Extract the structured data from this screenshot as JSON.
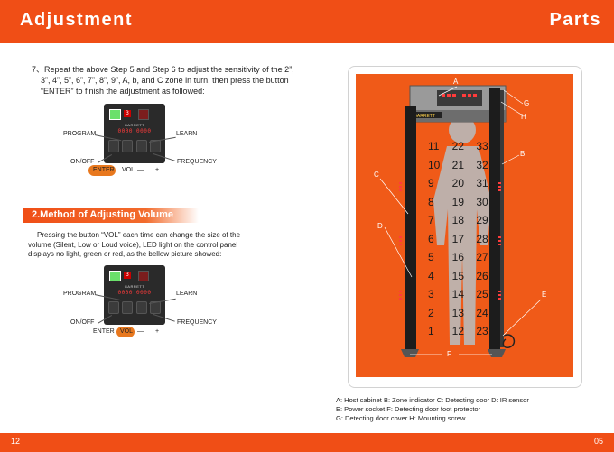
{
  "header": {
    "left_title": "Adjustment",
    "right_title": "Parts"
  },
  "step7": {
    "line1": "7、Repeat the above Step 5 and Step 6 to adjust the sensitivity of the 2”,",
    "line2": "3”, 4”, 5”, 6”, 7”, 8”, 9”, A, b, and C zone in turn, then press the button",
    "line3": "“ENTER”  to finish the adjustment as followed:"
  },
  "panel": {
    "brand": "GARRETT",
    "digit": "3",
    "leds": "0000 0000",
    "program": "PROGRAM",
    "learn": "LEARN",
    "onoff": "ON/OFF",
    "frequency": "FREQUENCY",
    "enter": "ENTER",
    "vol": "VOL",
    "minus": "—",
    "plus": "+"
  },
  "method": {
    "title": "2.Method of Adjusting Volume",
    "line1": "Pressing the button  “VOL”  each time can change the size of the",
    "line2": "volume (Silent, Low or Loud voice), LED light on the control panel",
    "line3": "displays no light, green or red, as the bellow picture showed:"
  },
  "parts_labels": {
    "A": "A",
    "B": "B",
    "C": "C",
    "D": "D",
    "E": "E",
    "F": "F",
    "G": "G",
    "H": "H"
  },
  "gate_brand": "GARRETT",
  "zones": [
    [
      "11",
      "22",
      "33"
    ],
    [
      "10",
      "21",
      "32"
    ],
    [
      "9",
      "20",
      "31"
    ],
    [
      "8",
      "19",
      "30"
    ],
    [
      "7",
      "18",
      "29"
    ],
    [
      "6",
      "17",
      "28"
    ],
    [
      "5",
      "16",
      "27"
    ],
    [
      "4",
      "15",
      "26"
    ],
    [
      "3",
      "14",
      "25"
    ],
    [
      "2",
      "13",
      "24"
    ],
    [
      "1",
      "12",
      "23"
    ]
  ],
  "legend": {
    "line1": "A: Host cabinet    B: Zone indicator   C: Detecting door   D: IR sensor",
    "line2": "E: Power socket   F: Detecting door foot protector",
    "line3": "G: Detecting door cover  H: Mounting screw"
  },
  "footer": {
    "left_page": "12",
    "right_page": "05"
  },
  "colors": {
    "accent": "#f04e16",
    "highlight": "#e8781e",
    "panel": "#2a2a2a",
    "led": "#ff3b3b"
  }
}
